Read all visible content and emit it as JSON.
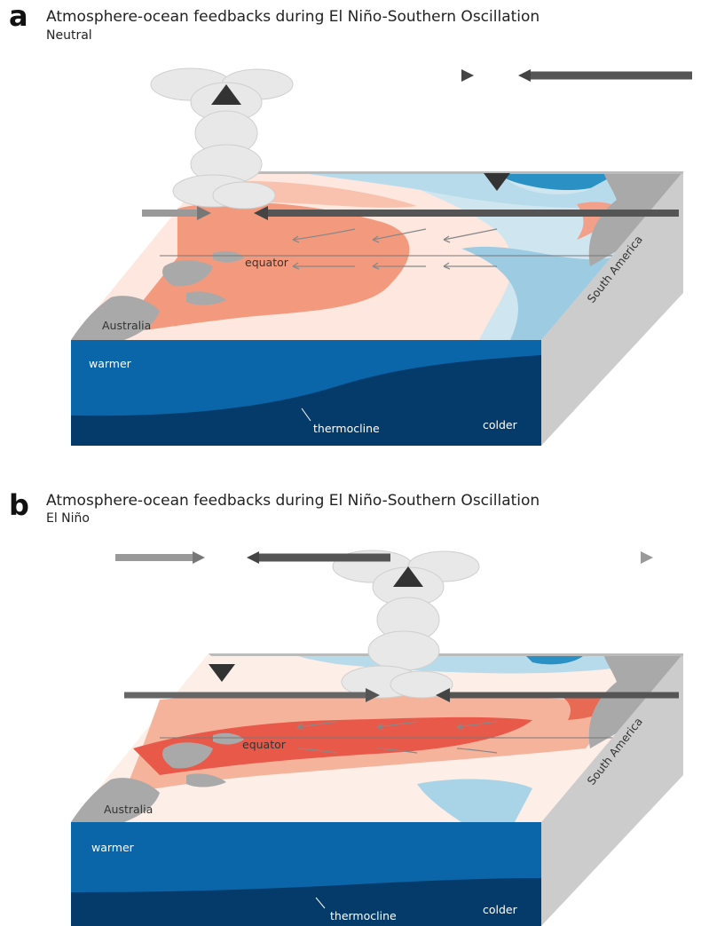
{
  "panels": [
    {
      "letter": "a",
      "title": "Atmosphere-ocean feedbacks during El Niño-Southern Oscillation",
      "subtitle": "Neutral",
      "labels": {
        "equator": "equator",
        "australia": "Australia",
        "south_america": "South America",
        "warmer": "warmer",
        "colder": "colder",
        "thermocline": "thermocline"
      }
    },
    {
      "letter": "b",
      "title": "Atmosphere-ocean feedbacks during El Niño-Southern Oscillation",
      "subtitle": "El Niño",
      "labels": {
        "equator": "equator",
        "australia": "Australia",
        "south_america": "South America",
        "warmer": "warmer",
        "colder": "colder",
        "thermocline": "thermocline"
      }
    }
  ],
  "colors": {
    "ocean_surface_warm": "#f4a58a",
    "ocean_surface_light_warm": "#fbd6c8",
    "ocean_surface_hot": "#e8594a",
    "ocean_surface_cool": "#a9d3e6",
    "ocean_surface_cold": "#3d9dc7",
    "ocean_body_top": "#0a66a8",
    "ocean_body_deep": "#053b6b",
    "land": "#a7a7a7",
    "box_side": "#c9c9c9",
    "arrow": "#555555"
  }
}
